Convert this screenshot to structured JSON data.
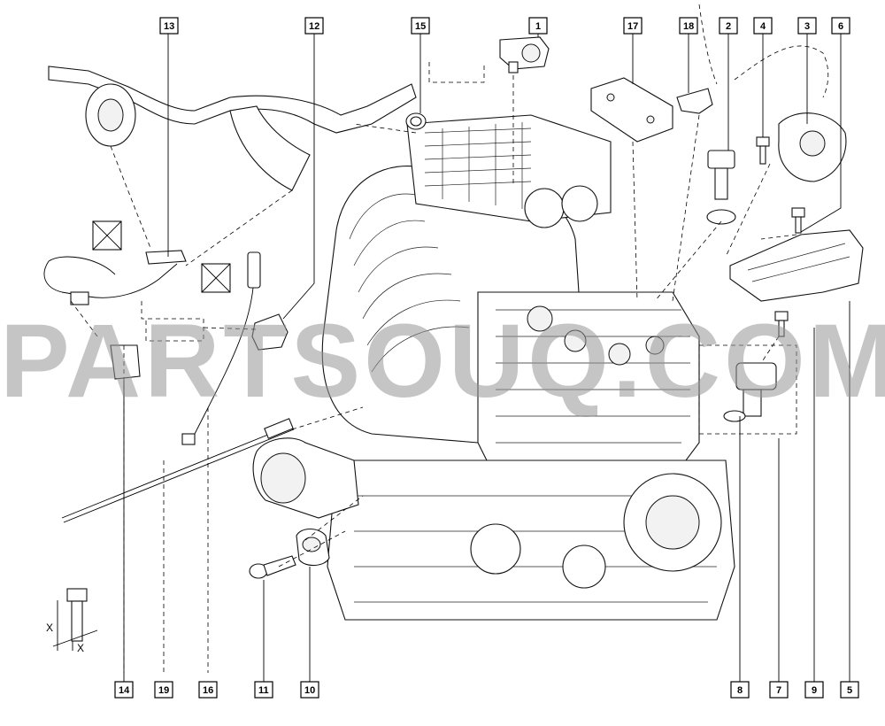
{
  "watermark": "PARTSOUQ.COM",
  "callouts_top": [
    "13",
    "12",
    "15",
    "1",
    "17",
    "18",
    "2",
    "4",
    "3",
    "6"
  ],
  "callouts_bottom": [
    "14",
    "19",
    "16",
    "11",
    "10",
    "8",
    "7",
    "9",
    "5"
  ],
  "dimension_label": "X",
  "dimension_label_2": "X"
}
